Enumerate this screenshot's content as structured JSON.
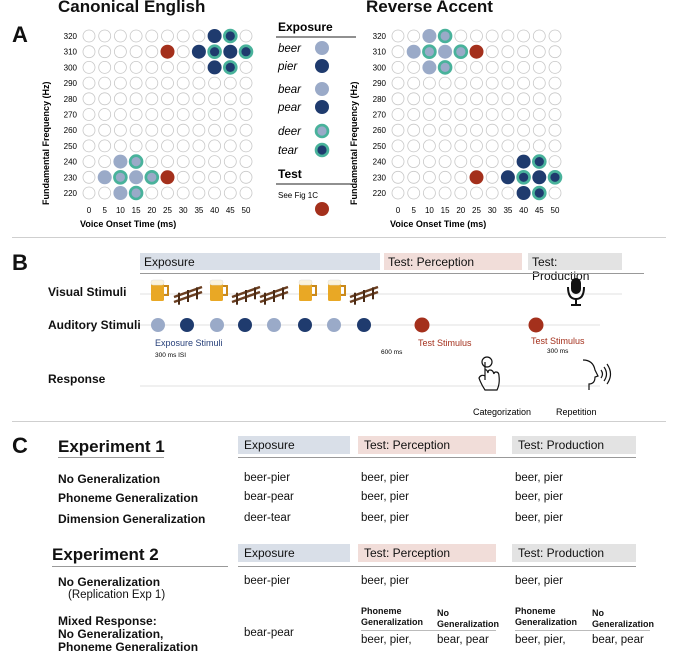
{
  "panelA": {
    "letter": "A",
    "left_title": "Canonical English",
    "right_title": "Reverse Accent",
    "y_axis_label": "Fundamental Frequency (Hz)",
    "x_axis_label": "Voice Onset Time (ms)",
    "y_ticks": [
      "320",
      "310",
      "300",
      "290",
      "280",
      "270",
      "260",
      "250",
      "240",
      "230",
      "220"
    ],
    "x_ticks": [
      "0",
      "5",
      "10",
      "15",
      "20",
      "25",
      "30",
      "35",
      "40",
      "45",
      "50"
    ],
    "legend": {
      "exposure_title": "Exposure",
      "items": [
        {
          "word": "beer",
          "type": "light"
        },
        {
          "word": "pier",
          "type": "dark"
        },
        {
          "word": "bear",
          "type": "light"
        },
        {
          "word": "pear",
          "type": "dark"
        },
        {
          "word": "deer",
          "type": "light-ring"
        },
        {
          "word": "tear",
          "type": "dark-ring"
        }
      ],
      "test_title": "Test",
      "test_note": "See Fig 1C"
    },
    "colors": {
      "light": "#9aaac8",
      "dark": "#1f3b6e",
      "ring": "#49b29b",
      "test": "#a4301c",
      "empty": "#c8c8c8"
    }
  },
  "panelB": {
    "letter": "B",
    "phases": {
      "exposure": "Exposure",
      "perception": "Test: Perception",
      "production": "Test: Production"
    },
    "rows": {
      "visual": "Visual Stimuli",
      "auditory": "Auditory Stimuli",
      "response": "Response"
    },
    "labels": {
      "exposure_stimuli": "Exposure Stimuli",
      "isi": "300 ms ISI",
      "gap": "600 ms",
      "test_stimulus_1": "Test Stimulus",
      "test_stimulus_2": "Test Stimulus",
      "delay": "300 ms",
      "categorization": "Categorization",
      "repetition": "Repetition"
    },
    "colors": {
      "exposure": "#d9dfe8",
      "perception": "#f1ddd9",
      "production": "#e3e3e3"
    }
  },
  "panelC": {
    "letter": "C",
    "exp1": {
      "title": "Experiment 1",
      "headers": [
        "Exposure",
        "Test: Perception",
        "Test: Production"
      ],
      "rows": [
        {
          "label": "No Generalization",
          "exposure": "beer-pier",
          "perception": "beer, pier",
          "production": "beer, pier"
        },
        {
          "label": "Phoneme Generalization",
          "exposure": "bear-pear",
          "perception": "beer, pier",
          "production": "beer, pier"
        },
        {
          "label": "Dimension Generalization",
          "exposure": "deer-tear",
          "perception": "beer, pier",
          "production": "beer, pier"
        }
      ]
    },
    "exp2": {
      "title": "Experiment 2",
      "headers": [
        "Exposure",
        "Test: Perception",
        "Test: Production"
      ],
      "row1": {
        "label": "No Generalization",
        "sublabel": "(Replication Exp 1)",
        "exposure": "beer-pier",
        "perception": "beer, pier",
        "production": "beer, pier"
      },
      "row2": {
        "label_line1": "Mixed Response:",
        "label_line2": "No Generalization,",
        "label_line3": "Phoneme Generalization",
        "exposure": "bear-pear",
        "sub_a_line1": "Phoneme",
        "sub_a_line2": "Generalization",
        "sub_b_line1": "No",
        "sub_b_line2": "Generalization",
        "perc_a": "beer, pier,",
        "perc_b": "bear, pear",
        "prod_a": "beer, pier,",
        "prod_b": "bear, pear"
      }
    }
  }
}
